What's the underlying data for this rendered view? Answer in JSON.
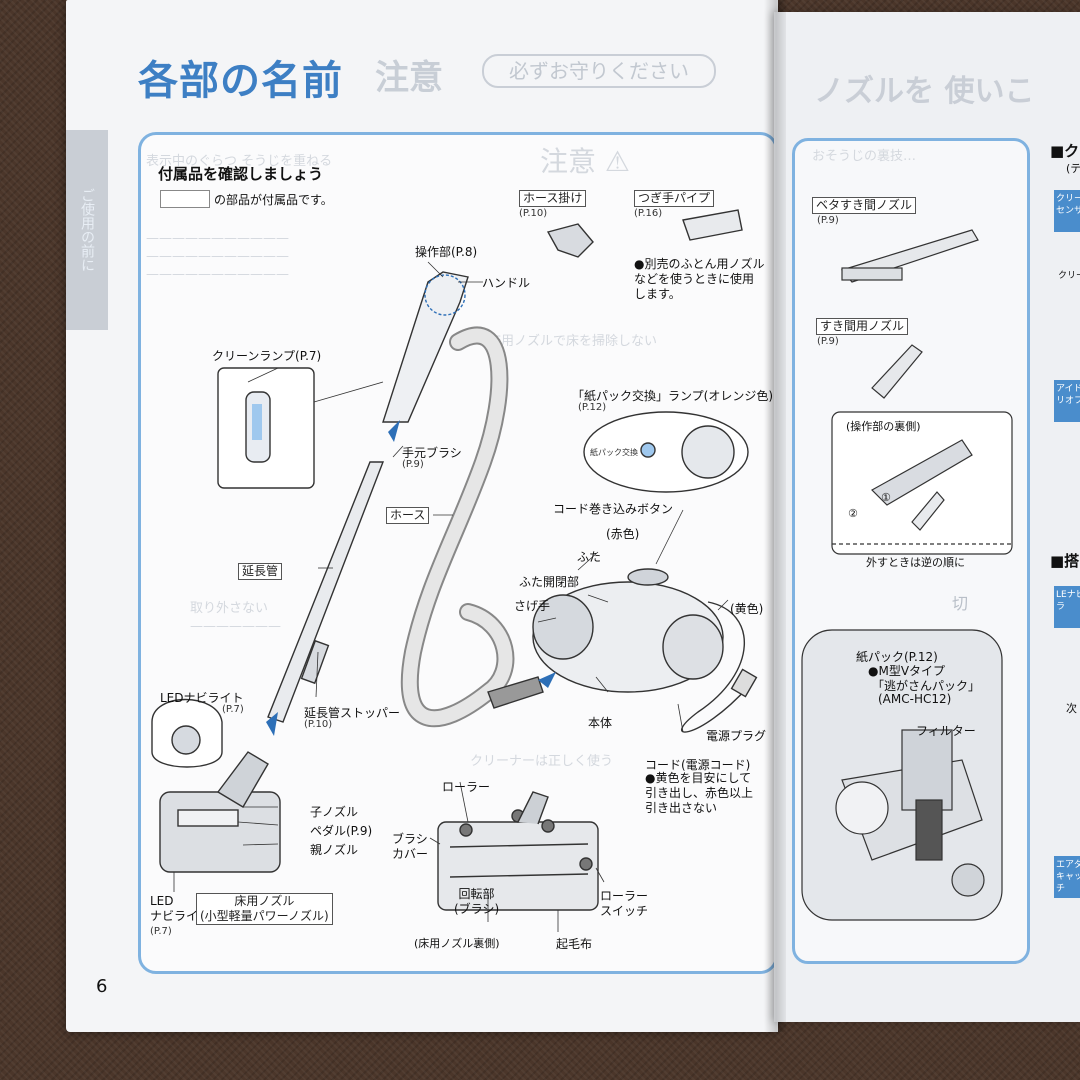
{
  "page": {
    "title": "各部の名前",
    "title_ghost": "注意",
    "ghost_pill": "必ずお守りください",
    "side_tab": "ご使用の前に",
    "page_number": "6"
  },
  "accessories": {
    "heading": "付属品を確認しましょう",
    "note": "の部品が付属品です。"
  },
  "labels": {
    "hose_hook": "ホース掛け",
    "hose_hook_ref": "(P.10)",
    "joint_pipe": "つぎ手パイプ",
    "joint_pipe_ref": "(P.16)",
    "joint_pipe_note": "●別売のふとん用ノズル\nなどを使うときに使用\nします。",
    "control": "操作部(P.8)",
    "handle": "ハンドル",
    "clean_lamp": "クリーンランプ(P.7)",
    "hand_brush": "手元ブラシ",
    "hand_brush_ref": "(P.9)",
    "hose": "ホース",
    "paper_pack_lamp": "「紙パック交換」ランプ(オレンジ色)",
    "paper_pack_lamp_ref": "(P.12)",
    "paper_pack_lamp_text": "紙パック交換",
    "extension_pipe": "延長管",
    "cord_button": "コード巻き込みボタン",
    "red": "(赤色)",
    "lid": "ふた",
    "lid_opener": "ふた開閉部",
    "carry_handle": "さげ手",
    "yellow": "(黄色)",
    "led_navi_top": "LEDナビライト",
    "led_navi_top_ref": "(P.7)",
    "ext_stopper": "延長管ストッパー",
    "ext_stopper_ref": "(P.10)",
    "body": "本体",
    "power_plug": "電源プラグ",
    "cord": "コード(電源コード)",
    "cord_note": "●黄色を目安にして\n引き出し、赤色以上\n引き出さない",
    "child_nozzle": "子ノズル",
    "pedal": "ペダル(P.9)",
    "parent_nozzle": "親ノズル",
    "led_navi_bottom": "LED\nナビライト",
    "led_navi_bottom_ref": "(P.7)",
    "floor_nozzle": "床用ノズル\n(小型軽量パワーノズル)",
    "roller": "ローラー",
    "brush_cover": "ブラシ\nカバー",
    "rotating": "回転部\n(ブラシ)",
    "roller_switch": "ローラー\nスイッチ",
    "nap_cloth": "起毛布",
    "floor_nozzle_back": "(床用ノズル裏側)"
  },
  "right_page": {
    "title_ghost": "ノズルを 使いこ",
    "subtitle": "おそうじの裏技…",
    "flat_crevice": "ベタすき間ノズル",
    "flat_crevice_ref": "(P.9)",
    "crevice": "すき間用ノズル",
    "crevice_ref": "(P.9)",
    "control_back": "(操作部の裏側)",
    "remove_note": "外すときは逆の順に",
    "circle_1": "①",
    "circle_2": "②",
    "head_1": "■ク",
    "head_1_sub": "(テ",
    "head_2": "■搭",
    "side_a": "クリーセンサ",
    "side_a2": "クリー",
    "side_b": "アイドリオフ",
    "side_c": "LEナビラ",
    "side_d": "エアダキャッチ",
    "paper_pack": "紙パック(P.12)",
    "paper_pack_type": "●M型Vタイプ",
    "paper_pack_name": "「逃がさんパック」",
    "paper_pack_model": "(AMC-HC12)",
    "filter": "フィルター",
    "next": "次",
    "cut_mark": "切"
  }
}
